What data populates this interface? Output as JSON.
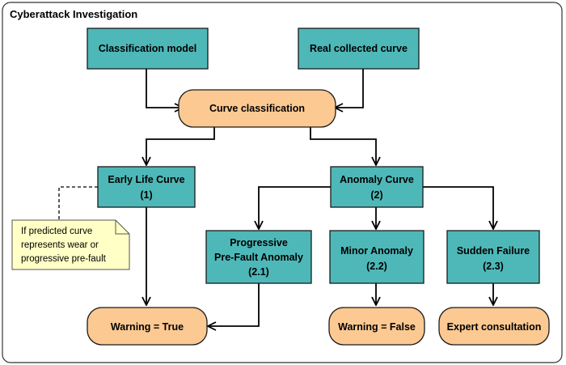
{
  "title": "Cyberattack Investigation",
  "nodes": {
    "classification_model": [
      "Classification model"
    ],
    "real_curve": [
      "Real collected curve"
    ],
    "curve_classification": [
      "Curve classification"
    ],
    "early_life": [
      "Early Life Curve",
      "(1)"
    ],
    "anomaly": [
      "Anomaly Curve",
      "(2)"
    ],
    "progressive": [
      "Progressive",
      "Pre-Fault Anomaly",
      "(2.1)"
    ],
    "minor": [
      "Minor Anomaly",
      "(2.2)"
    ],
    "sudden": [
      "Sudden Failure",
      "(2.3)"
    ],
    "warning_true": [
      "Warning = True"
    ],
    "warning_false": [
      "Warning = False"
    ],
    "expert": [
      "Expert consultation"
    ]
  },
  "note": [
    "If predicted curve",
    "represents wear or",
    "progressive pre-fault"
  ],
  "colors": {
    "teal": "#4eb8b8",
    "orange": "#fcc992",
    "note": "#ffffc6"
  }
}
